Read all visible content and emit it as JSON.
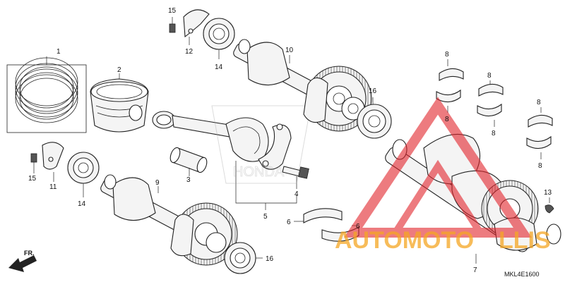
{
  "diagram": {
    "code": "MKL4E1600",
    "direction_label": "FR.",
    "watermark_brand": "AUTOMOTO",
    "watermark_brand_tail": "LLIS",
    "watermark_colors": {
      "triangle": "#e2242b",
      "text_orange": "#f5a623"
    },
    "callouts": {
      "c1": "1",
      "c2": "2",
      "c3": "3",
      "c4": "4",
      "c5": "5",
      "c6a": "6",
      "c6b": "6",
      "c7": "7",
      "c8a": "8",
      "c8b": "8",
      "c8c": "8",
      "c8d": "8",
      "c8e": "8",
      "c8f": "8",
      "c9": "9",
      "c10": "10",
      "c11": "11",
      "c12": "12",
      "c13": "13",
      "c14a": "14",
      "c14b": "14",
      "c15a": "15",
      "c15b": "15",
      "c16a": "16",
      "c16b": "16"
    }
  }
}
